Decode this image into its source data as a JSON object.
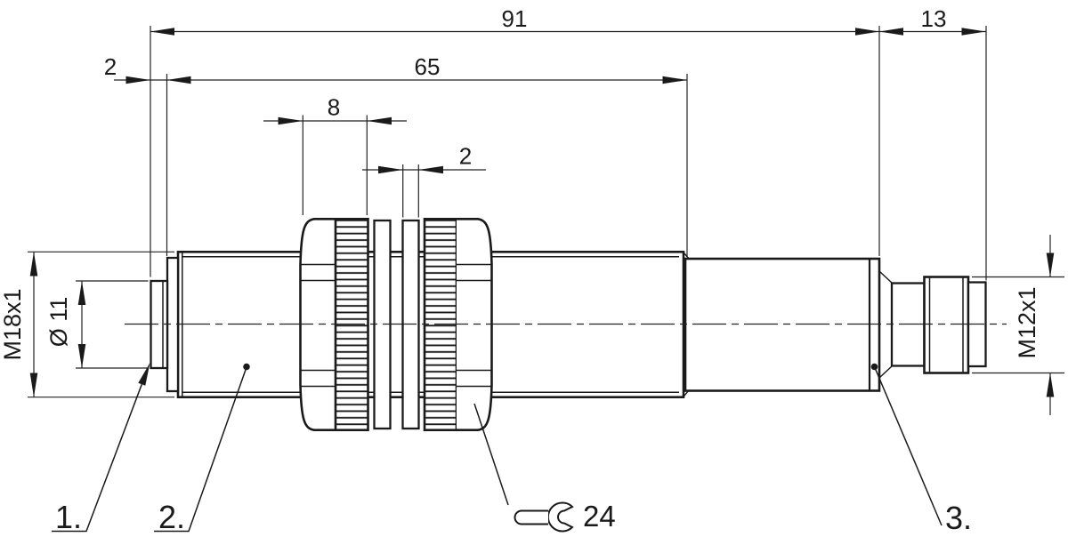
{
  "drawing": {
    "dims": {
      "overall_length": "91",
      "connector_length": "13",
      "tip_offset": "2",
      "thread_length": "65",
      "nut_assembly_width": "8",
      "washer_thickness": "2",
      "body_thread": "M18x1",
      "sensing_face_diameter": "Ø 11",
      "connector_thread": "M12x1"
    },
    "callouts": {
      "sensing_face": "1.",
      "housing": "2.",
      "connector": "3.",
      "wrench_size": "24"
    },
    "colors": {
      "line": "#1a1a1a",
      "background": "#ffffff"
    }
  }
}
